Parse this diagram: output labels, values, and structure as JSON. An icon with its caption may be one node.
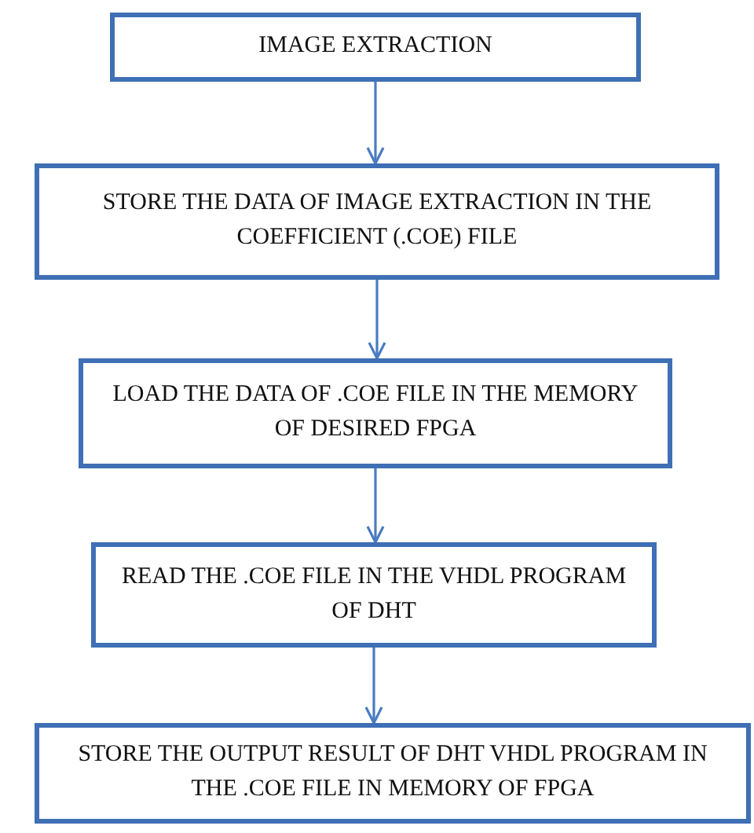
{
  "diagram": {
    "nodes": [
      {
        "text": [
          "IMAGE EXTRACTION"
        ]
      },
      {
        "text": [
          "STORE THE DATA OF IMAGE EXTRACTION IN THE COEFFICIENT (.COE) FILE"
        ]
      },
      {
        "text": [
          "LOAD THE DATA OF .COE FILE IN THE MEMORY OF DESIRED FPGA"
        ]
      },
      {
        "text": [
          "READ THE .COE FILE IN THE VHDL PROGRAM OF DHT"
        ]
      },
      {
        "text": [
          "STORE THE OUTPUT RESULT OF DHT VHDL PROGRAM IN THE .COE FILE IN MEMORY OF FPGA"
        ]
      }
    ],
    "edges": [
      {
        "from": 0,
        "to": 1,
        "arrow": "to"
      },
      {
        "from": 1,
        "to": 2,
        "arrow": "to"
      },
      {
        "from": 2,
        "to": 3,
        "arrow": "to"
      },
      {
        "from": 3,
        "to": 4,
        "arrow": "to"
      }
    ]
  }
}
